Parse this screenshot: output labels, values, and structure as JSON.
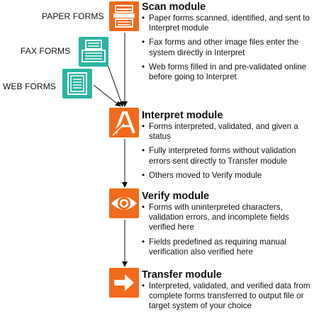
{
  "sources": {
    "paper": "PAPER FORMS",
    "fax": "FAX FORMS",
    "web": "WEB FORMS"
  },
  "modules": [
    {
      "title": "Scan module",
      "icon": "scanner-icon",
      "bullets": [
        "Paper forms scanned, identified, and sent to Interpret module",
        "Fax forms and other image files enter the system directly in Interpret",
        "Web forms filled in and pre-validated online before going to Interpret"
      ]
    },
    {
      "title": "Interpret module",
      "icon": "letter-a-pen-icon",
      "bullets": [
        "Forms interpreted, validated, and given a status",
        "Fully interpreted forms without validation errors sent directly to Transfer module",
        "Others moved to Verify module"
      ]
    },
    {
      "title": "Verify module",
      "icon": "eye-icon",
      "bullets": [
        "Forms with uninterpreted characters, validation errors, and incomplete fields verified here",
        "Fields predefined as requiring manual verification also verified here"
      ]
    },
    {
      "title": "Transfer module",
      "icon": "arrow-right-icon",
      "bullets": [
        "Interpreted, validated, and verified data from complete forms transferred to output file or target system of your choice"
      ]
    }
  ],
  "colors": {
    "orange": "#f26a1b",
    "teal": "#2bb5a3"
  }
}
